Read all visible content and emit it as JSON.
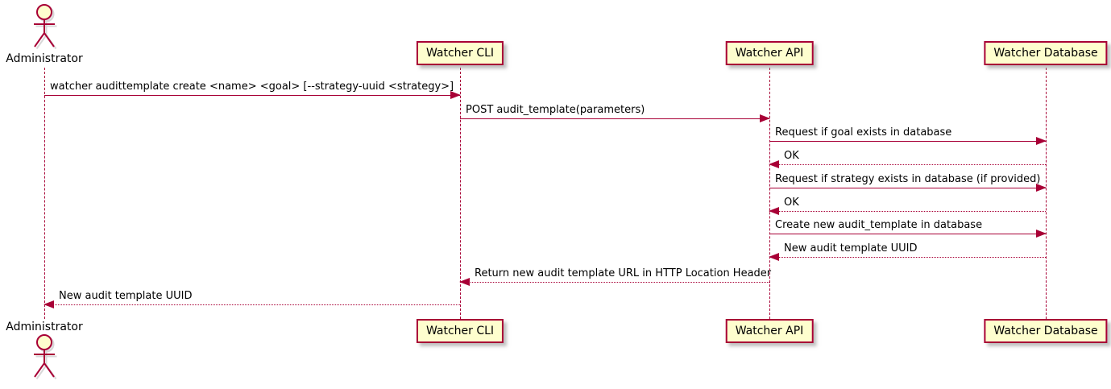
{
  "diagram": {
    "type": "sequence",
    "colors": {
      "accent": "#A80036",
      "participant_fill": "#FEFECE",
      "text": "#000000"
    },
    "actor": {
      "name": "Administrator"
    },
    "participants": [
      {
        "name": "Watcher CLI"
      },
      {
        "name": "Watcher API"
      },
      {
        "name": "Watcher Database"
      }
    ],
    "messages": [
      {
        "from": "Administrator",
        "to": "Watcher CLI",
        "style": "solid",
        "label": "watcher audittemplate create <name> <goal> [--strategy-uuid <strategy>]"
      },
      {
        "from": "Watcher CLI",
        "to": "Watcher API",
        "style": "solid",
        "label": "POST audit_template(parameters)"
      },
      {
        "from": "Watcher API",
        "to": "Watcher Database",
        "style": "solid",
        "label": "Request if goal exists in database"
      },
      {
        "from": "Watcher Database",
        "to": "Watcher API",
        "style": "dotted",
        "label": "OK"
      },
      {
        "from": "Watcher API",
        "to": "Watcher Database",
        "style": "solid",
        "label": "Request if strategy exists in database (if provided)"
      },
      {
        "from": "Watcher Database",
        "to": "Watcher API",
        "style": "dotted",
        "label": "OK"
      },
      {
        "from": "Watcher API",
        "to": "Watcher Database",
        "style": "solid",
        "label": "Create new audit_template in database"
      },
      {
        "from": "Watcher Database",
        "to": "Watcher API",
        "style": "dotted",
        "label": "New audit template UUID"
      },
      {
        "from": "Watcher API",
        "to": "Watcher CLI",
        "style": "dotted",
        "label": "Return new audit template URL in HTTP Location Header"
      },
      {
        "from": "Watcher CLI",
        "to": "Administrator",
        "style": "dotted",
        "label": "New audit template UUID"
      }
    ]
  }
}
